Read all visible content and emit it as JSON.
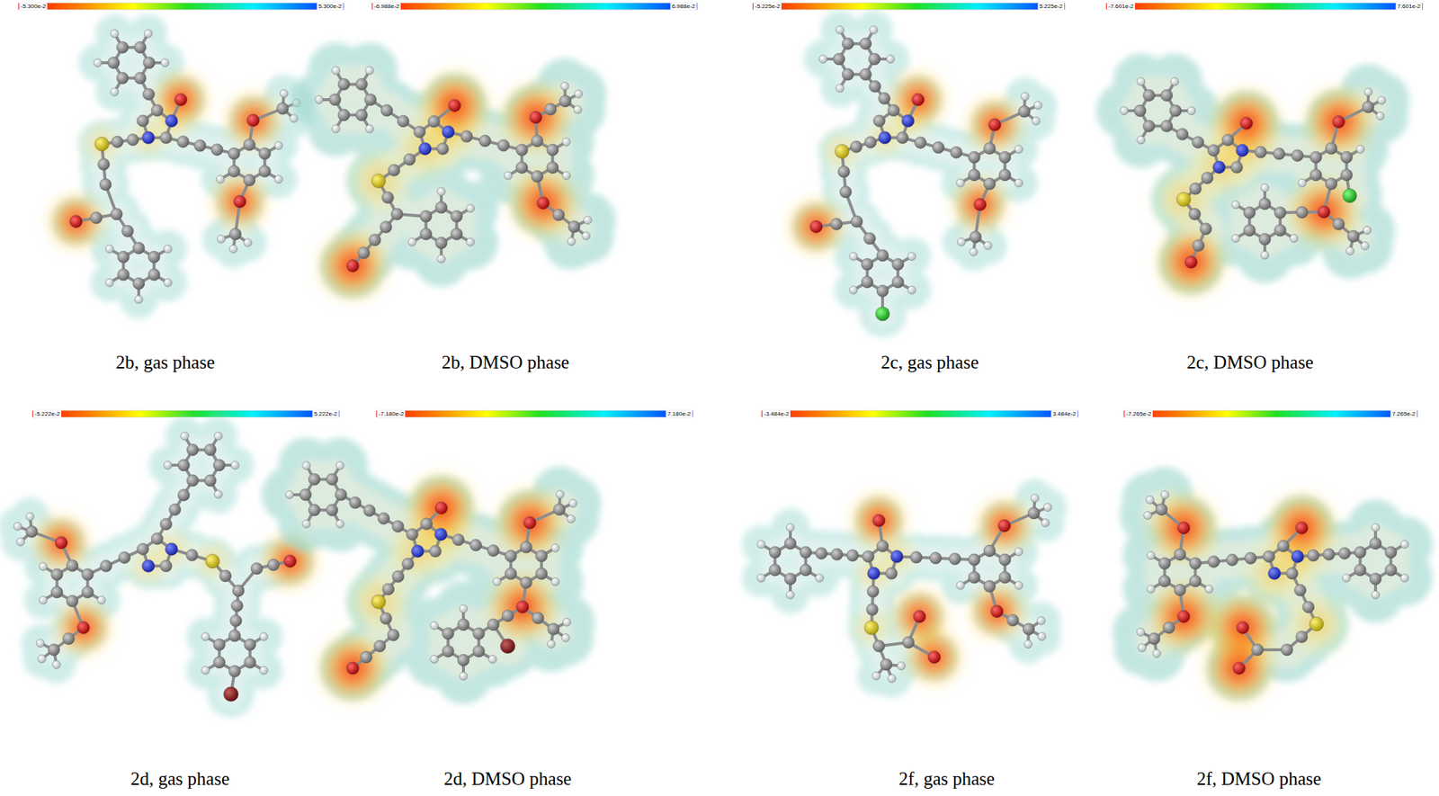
{
  "diagram": {
    "labels": [
      "-5.300e-2",
      "5.300e-2",
      "-6.988e-2",
      "6.988e-2",
      "-5.225e-2",
      "5.225e-2",
      "-7.601e-2",
      "7.601e-2",
      "2b, gas phase",
      "2b, DMSO phase",
      "2c, gas phase",
      "2c, DMSO phase",
      "-5.222e-2",
      "5.222e-2",
      "-7.180e-2",
      "7.180e-2",
      "-3.484e-2",
      "3.484e-2",
      "-7.265e-2",
      "7.265e-2",
      "2d, gas phase",
      "2d, DMSO phase",
      "2f, gas phase",
      "2f, DMSO phase"
    ]
  }
}
